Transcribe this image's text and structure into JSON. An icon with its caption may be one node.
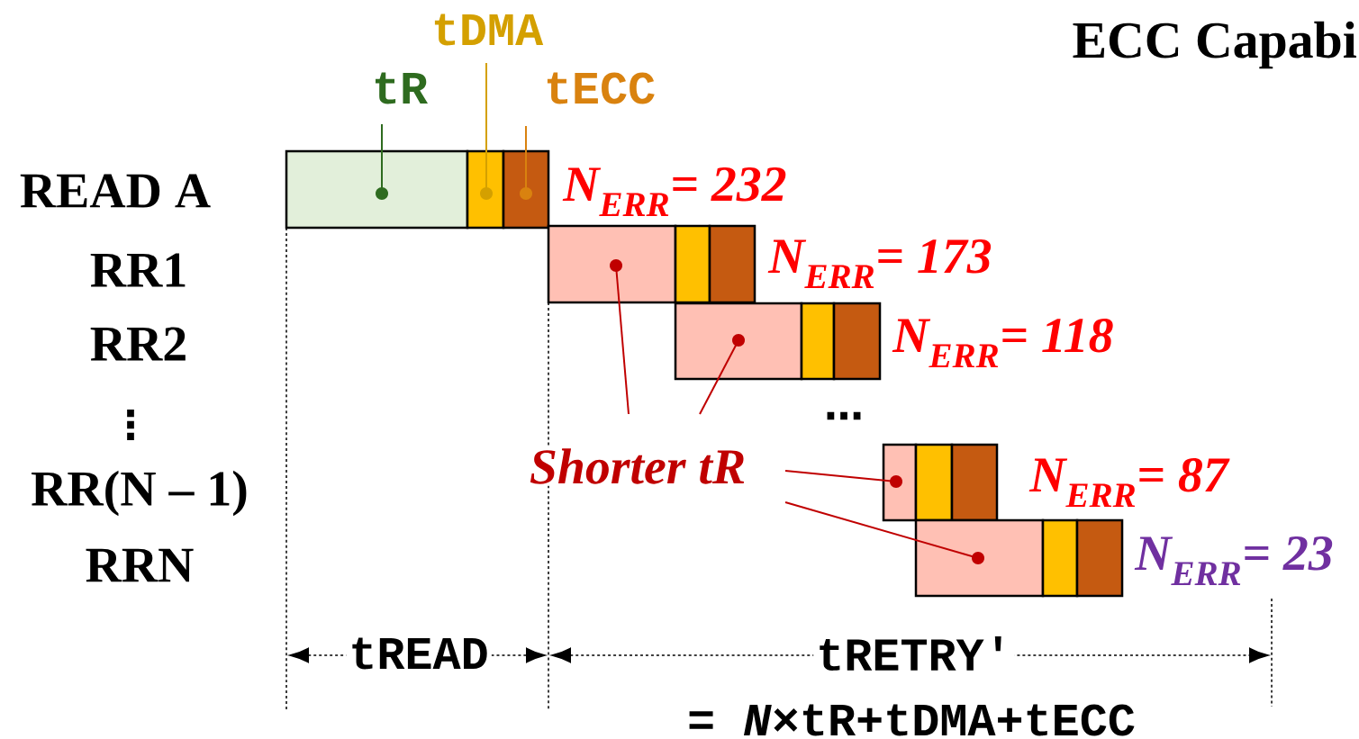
{
  "diagram": {
    "title": "ECC Capabi",
    "nodes": [
      {
        "text": [
          "tDMA"
        ]
      },
      {
        "text": [
          "tR"
        ]
      },
      {
        "text": [
          "tECC"
        ]
      },
      {
        "text": [],
        "shape": "box"
      },
      {
        "text": [],
        "shape": "box"
      },
      {
        "text": [],
        "shape": "box",
        "beside": [
          "N$_{ERR}$= 232"
        ]
      },
      {
        "text": [],
        "shape": "box"
      },
      {
        "text": [],
        "shape": "box"
      },
      {
        "text": [],
        "shape": "box",
        "beside": [
          "N$_{ERR}$= 173"
        ]
      },
      {
        "text": [],
        "shape": "box"
      },
      {
        "text": [],
        "shape": "box"
      },
      {
        "text": [],
        "shape": "box",
        "beside": [
          "N$_{ERR}$= 118"
        ]
      },
      {
        "text": [],
        "shape": "box"
      },
      {
        "text": [],
        "shape": "box"
      },
      {
        "text": [],
        "shape": "box",
        "beside": [
          "N$_{ERR}$= 87"
        ]
      },
      {
        "text": [],
        "shape": "box"
      },
      {
        "text": [],
        "shape": "box"
      },
      {
        "text": [],
        "shape": "box",
        "beside": [
          "N$_{ERR}$= 23"
        ]
      },
      {
        "text": [
          "Shorter tR"
        ]
      }
    ],
    "edges": [
      {
        "from": 1,
        "to": 3,
        "arrow": "other",
        "color": "#2e6b1f"
      },
      {
        "from": 0,
        "to": 4,
        "arrow": "other",
        "color": "#d4a000"
      },
      {
        "from": 2,
        "to": 5,
        "arrow": "other",
        "color": "#d9820f"
      },
      {
        "from": 18,
        "to": 6,
        "arrow": "other"
      },
      {
        "from": 18,
        "to": 9,
        "arrow": "other"
      },
      {
        "from": 18,
        "to": 12,
        "arrow": "other"
      },
      {
        "from": 18,
        "to": 15,
        "arrow": "other"
      }
    ],
    "labels": [
      "READ A",
      "RR1",
      "RR2",
      "⋮",
      "…",
      "RR(N – 1)",
      "RRN",
      "tREAD",
      "tRETRY′",
      "= *N*×tR+tDMA+tECC"
    ]
  }
}
